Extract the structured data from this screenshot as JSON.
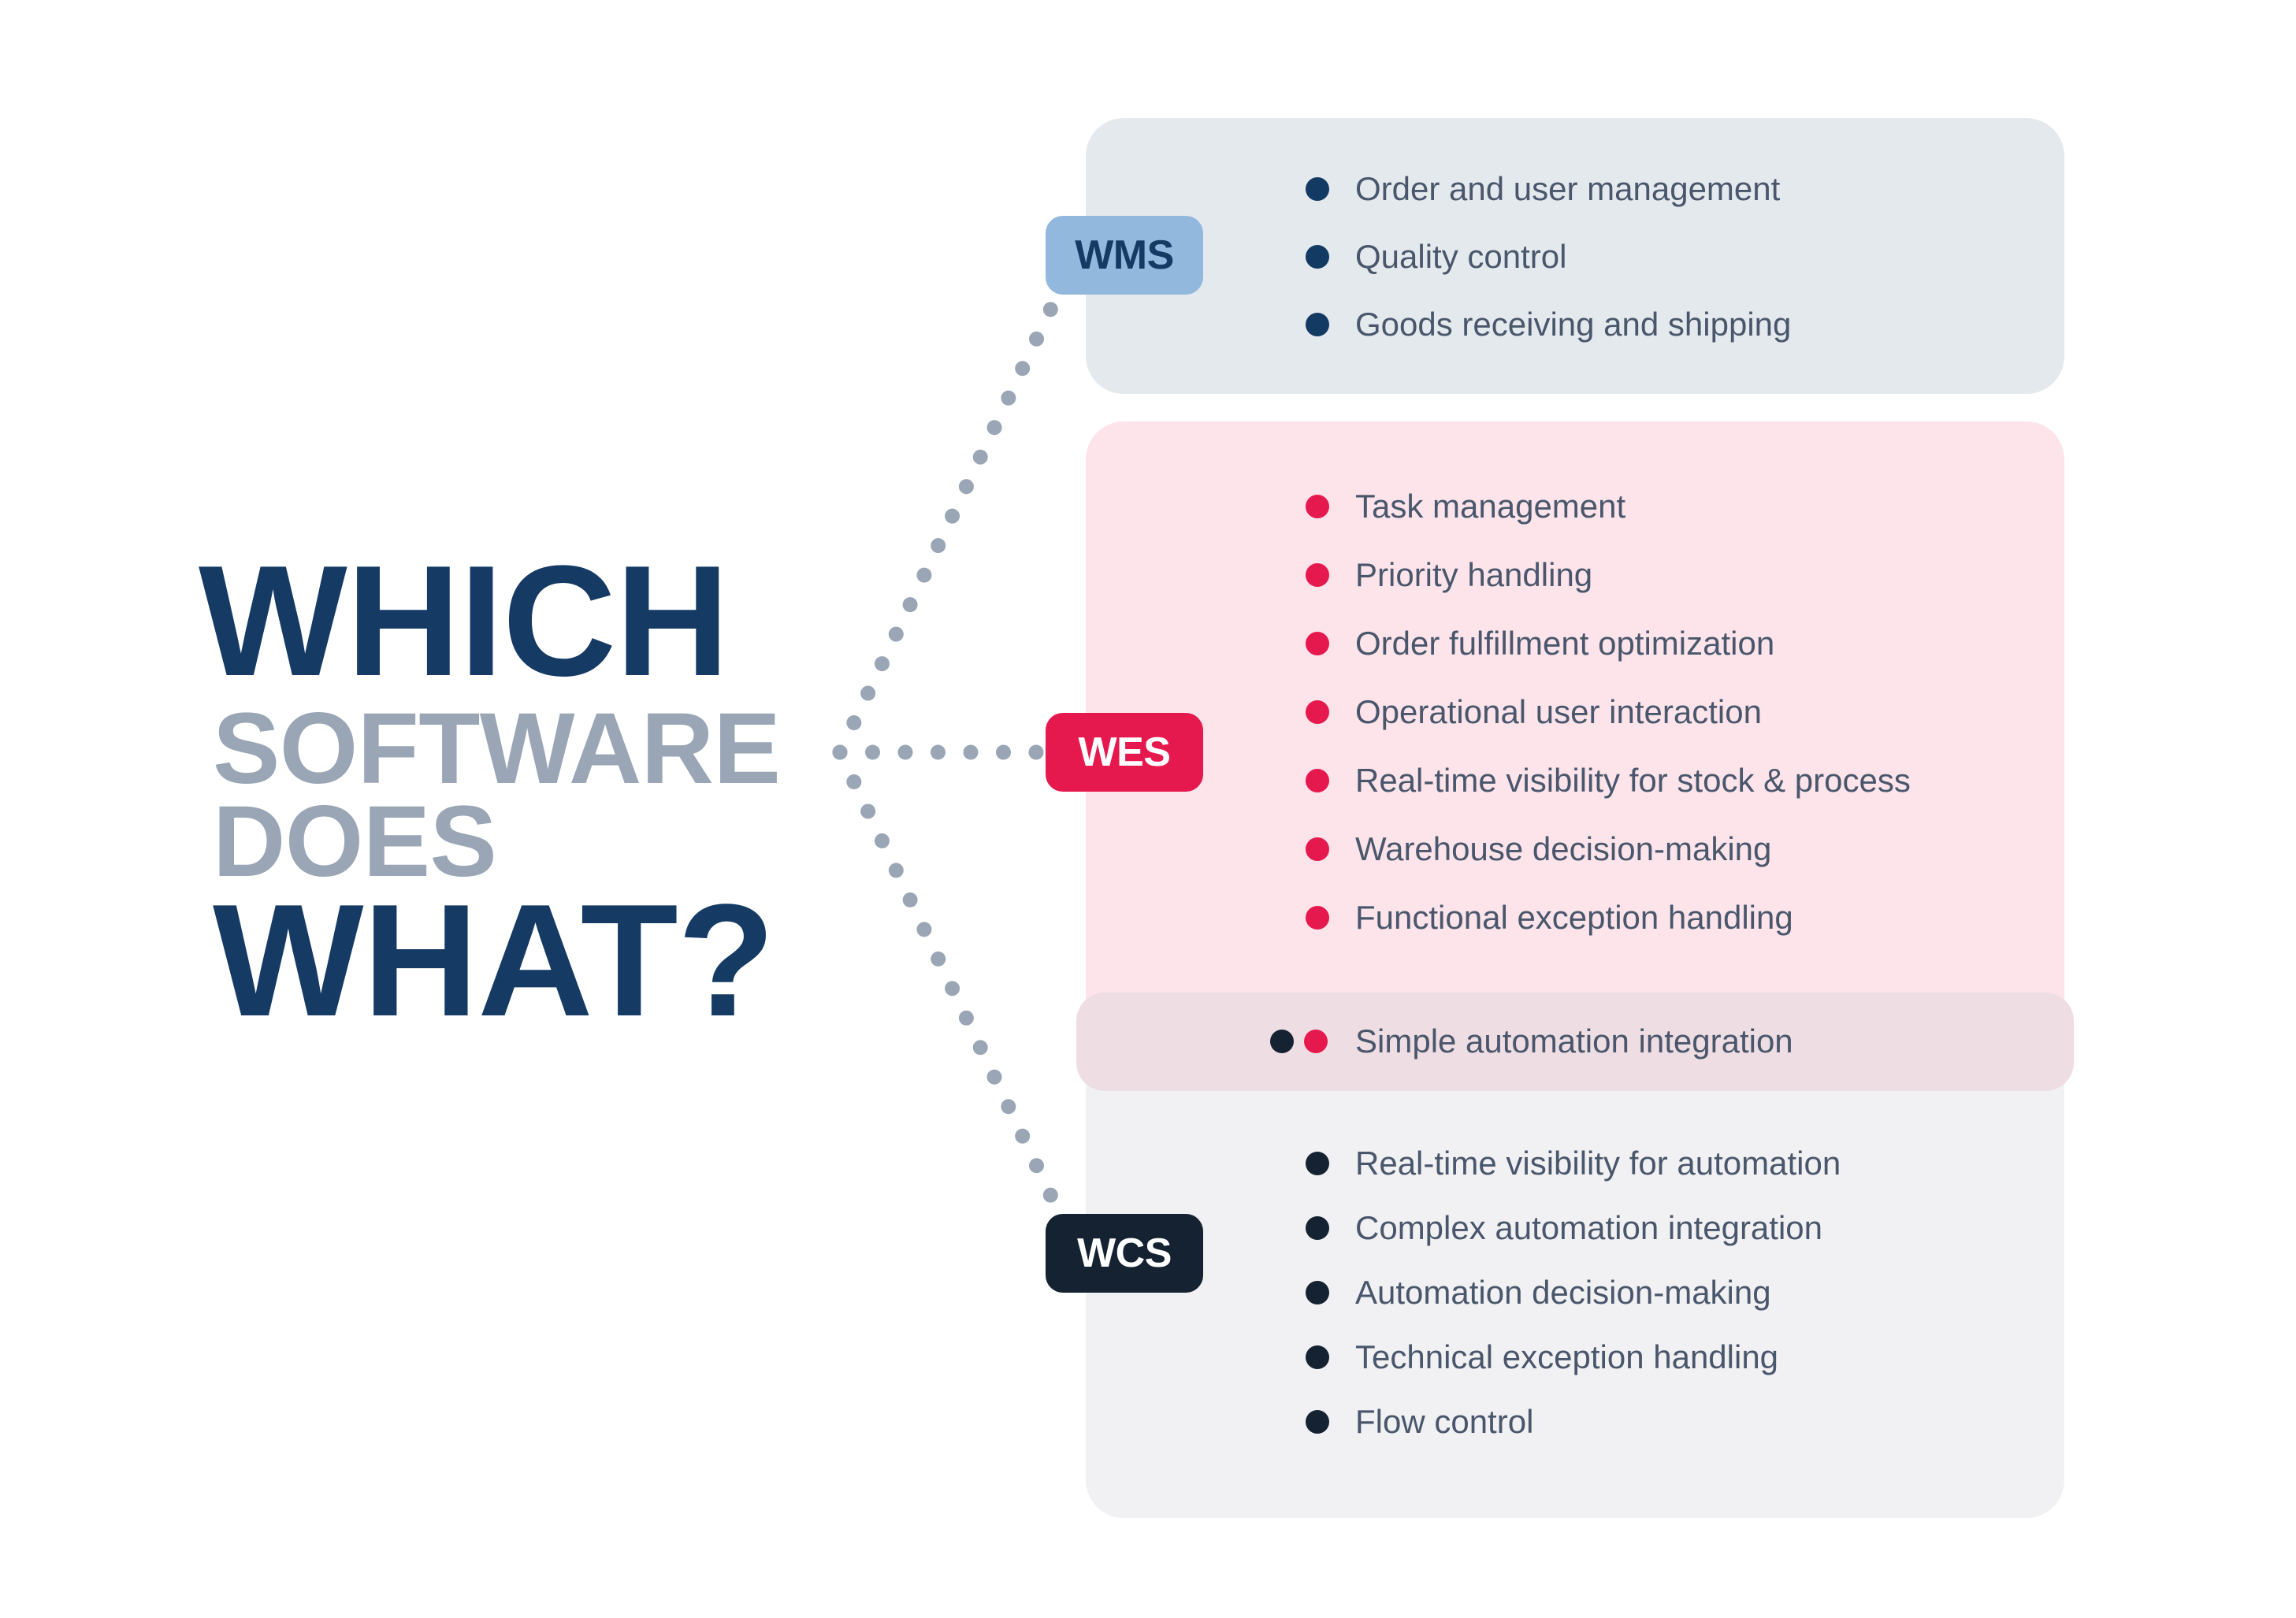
{
  "title": {
    "lines": [
      "WHICH",
      "SOFTWARE",
      "DOES",
      "WHAT?"
    ]
  },
  "colors": {
    "navy": "#153a64",
    "title-gray": "#9aa6b5",
    "slate": "#49566b",
    "dot-gray": "#9aa6b5",
    "wms-box": "#e4e9ee",
    "wms-chip": "#93b8de",
    "wms-bullet": "#123a63",
    "wes-box": "#fce4ea",
    "wes-chip": "#e6194f",
    "wes-bullet": "#e6194f",
    "band-bg": "#eedde3",
    "wcs-box": "#f1f1f3",
    "wcs-chip": "#152232",
    "wcs-bullet": "#152232"
  },
  "wms": {
    "label": "WMS",
    "items": [
      "Order and user management",
      "Quality control",
      "Goods receiving and shipping"
    ]
  },
  "wes": {
    "label": "WES",
    "items": [
      "Task management",
      "Priority handling",
      "Order fulfillment optimization",
      "Operational user interaction",
      "Real-time visibility for stock & process",
      "Warehouse decision-making",
      "Functional exception handling"
    ]
  },
  "shared": {
    "item": "Simple automation integration"
  },
  "wcs": {
    "label": "WCS",
    "items": [
      "Real-time visibility for automation",
      "Complex automation integration",
      "Automation decision-making",
      "Technical exception handling",
      "Flow control"
    ]
  }
}
